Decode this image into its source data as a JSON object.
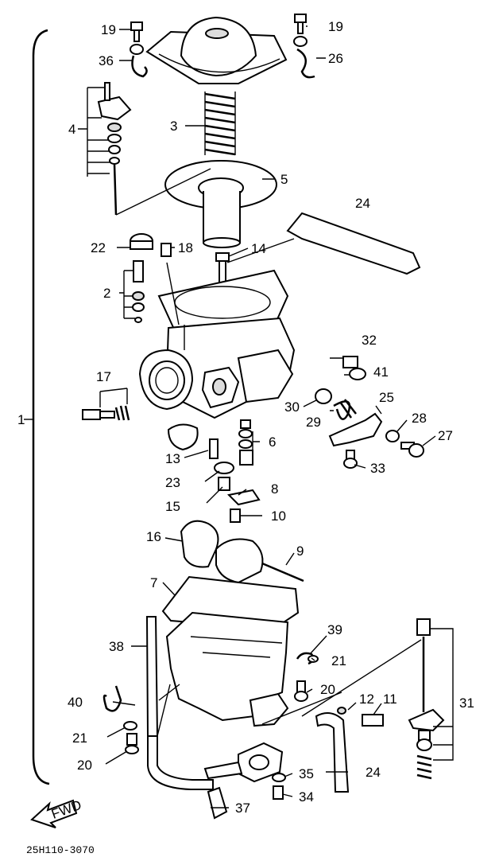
{
  "diagram_code": "25H110-3070",
  "fwd_label": "FWD",
  "labels": {
    "p1": "1",
    "p2": "2",
    "p3": "3",
    "p4": "4",
    "p5": "5",
    "p6": "6",
    "p7": "7",
    "p8": "8",
    "p9": "9",
    "p10": "10",
    "p11": "11",
    "p12": "12",
    "p13": "13",
    "p14": "14",
    "p15": "15",
    "p16": "16",
    "p17": "17",
    "p18": "18",
    "p19a": "19",
    "p19b": "19",
    "p20a": "20",
    "p20b": "20",
    "p21a": "21",
    "p21b": "21",
    "p22": "22",
    "p23": "23",
    "p24a": "24",
    "p24b": "24",
    "p25": "25",
    "p26": "26",
    "p27": "27",
    "p28": "28",
    "p29": "29",
    "p30": "30",
    "p31": "31",
    "p32": "32",
    "p33": "33",
    "p34": "34",
    "p35": "35",
    "p36": "36",
    "p37": "37",
    "p38": "38",
    "p39": "39",
    "p40": "40",
    "p41": "41"
  }
}
